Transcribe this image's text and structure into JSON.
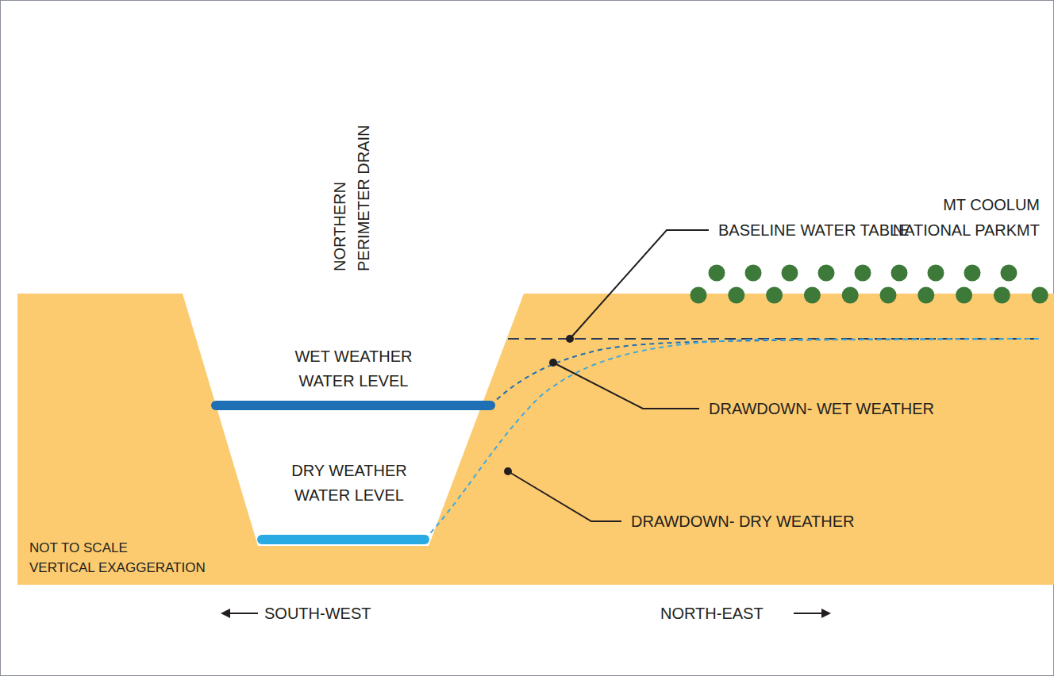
{
  "diagram": {
    "labels": [
      "NORTHERN PERIMETER DRAIN",
      "BASELINE WATER TABLE",
      "MT COOLUM NATIONAL PARKMT",
      "WET WEATHER WATER LEVEL",
      "DRAWDOWN- WET WEATHER",
      "DRY WEATHER WATER LEVEL",
      "DRAWDOWN- DRY WEATHER",
      "NOT TO SCALE VERTICAL EXAGGERATION",
      "SOUTH-WEST",
      "NORTH-EAST"
    ]
  }
}
